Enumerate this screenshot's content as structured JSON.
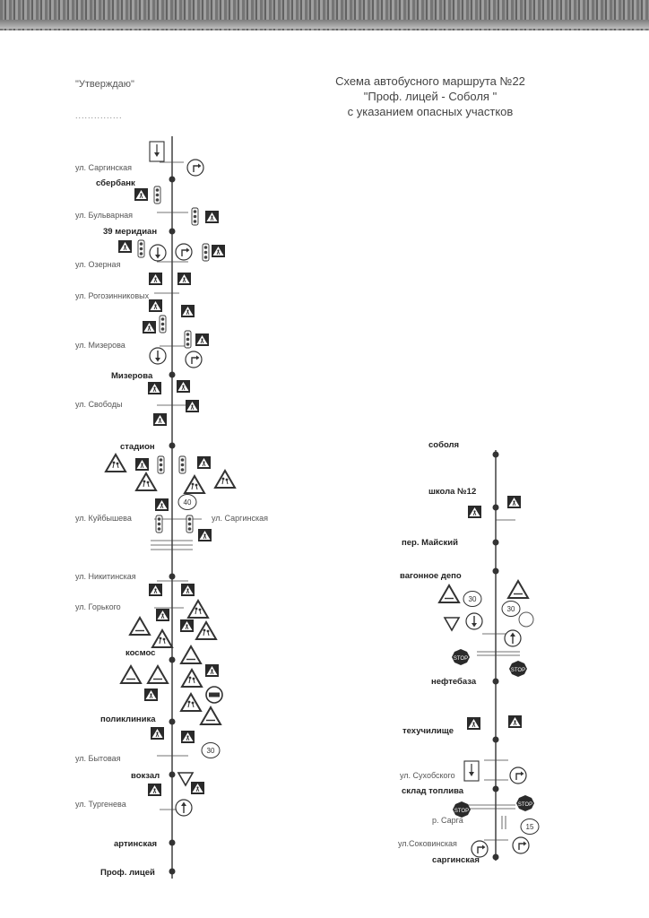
{
  "header": {
    "approve": "\"Утверждаю\"",
    "dots": "...............",
    "title_lines": [
      "Схема автобусного маршрута №22",
      "\"Проф. лицей - Соболя \"",
      "с указанием опасных участков"
    ]
  },
  "left_route": {
    "streets": [
      "ул. Саргинская",
      "ул. Бульварная",
      "ул. Озерная",
      "ул. Рогозинниковых",
      "ул. Мизерова",
      "ул. Свободы",
      "ул. Куйбышева",
      "ул. Саргинская",
      "ул. Никитинская",
      "ул. Горького",
      "ул. Бытовая",
      "ул. Тургенева"
    ],
    "stops": [
      "сбербанк",
      "39 меридиан",
      "Мизерова",
      "стадион",
      "космос",
      "поликлиника",
      "вокзал",
      "артинская",
      "Проф. лицей"
    ],
    "speed_limits": [
      "40",
      "30"
    ]
  },
  "right_route": {
    "streets": [
      "пер. Майский",
      "ул. Сухобского",
      "р. Сарга",
      "ул.Соковинская"
    ],
    "stops": [
      "соболя",
      "школа №12",
      "вагонное депо",
      "нефтебаза",
      "техучилище",
      "склад топлива",
      "саргинская"
    ],
    "speed_limits": [
      "30",
      "30",
      "15"
    ],
    "stop_sign_text": "STOP"
  },
  "legend_colors": {
    "line": "#333333",
    "sign_fill": "#2a2a2a"
  }
}
